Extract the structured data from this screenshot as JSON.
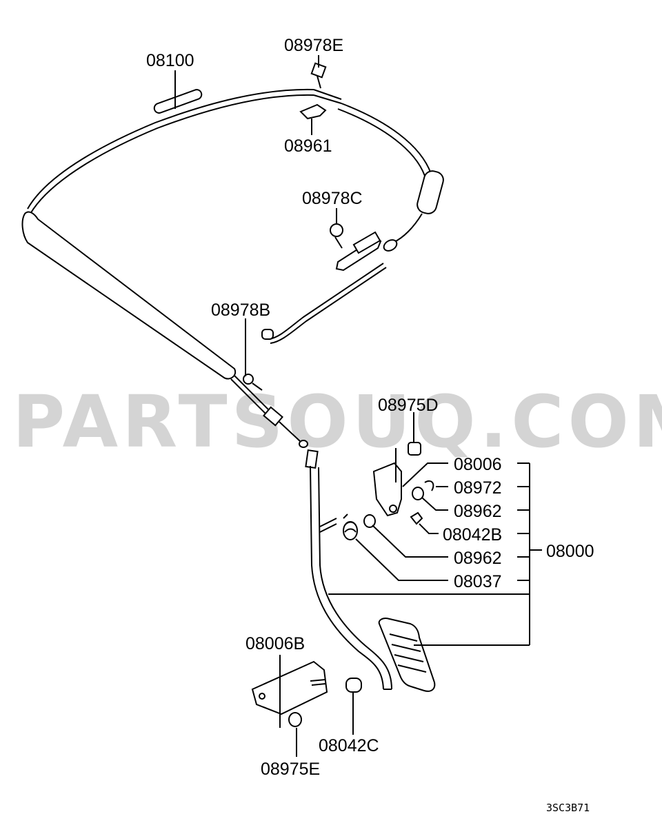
{
  "watermark": "PARTSOUQ.COM",
  "figure_code": "3SC3B71",
  "labels": {
    "l08100": "08100",
    "l08978E": "08978E",
    "l08961": "08961",
    "l08978C": "08978C",
    "l08978B": "08978B",
    "l08975D": "08975D",
    "l08006": "08006",
    "l08972": "08972",
    "l08962a": "08962",
    "l08042B": "08042B",
    "l08962b": "08962",
    "l08037": "08037",
    "l08000": "08000",
    "l08006B": "08006B",
    "l08042C": "08042C",
    "l08975E": "08975E"
  }
}
